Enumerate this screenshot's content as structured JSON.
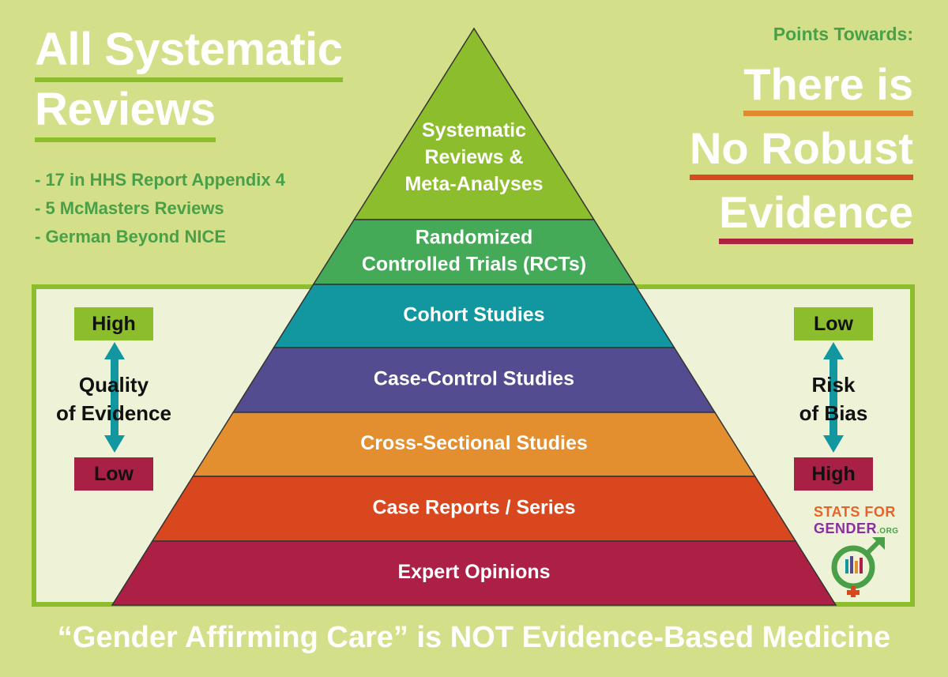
{
  "title": {
    "line1": "All Systematic",
    "line2": "Reviews"
  },
  "bullets": [
    "- 17 in HHS Report Appendix 4",
    "- 5 McMasters Reviews",
    "- German Beyond NICE"
  ],
  "points_towards": "Points Towards:",
  "conclusion": {
    "line1": "There is",
    "line2": "No Robust",
    "line3": "Evidence"
  },
  "pyramid": [
    {
      "lines": [
        "Systematic",
        "Reviews &",
        "Meta-Analyses"
      ],
      "color": "#8cbd2c"
    },
    {
      "lines": [
        "Randomized",
        "Controlled Trials (RCTs)"
      ],
      "color": "#44aa58"
    },
    {
      "lines": [
        "Cohort Studies"
      ],
      "color": "#1296a0"
    },
    {
      "lines": [
        "Case-Control Studies"
      ],
      "color": "#534c90"
    },
    {
      "lines": [
        "Cross-Sectional Studies"
      ],
      "color": "#e38f30"
    },
    {
      "lines": [
        "Case Reports / Series"
      ],
      "color": "#d8471d"
    },
    {
      "lines": [
        "Expert Opinions"
      ],
      "color": "#ac2045"
    }
  ],
  "quality_axis": {
    "top": "High",
    "bottom": "Low",
    "caption1": "Quality",
    "caption2": "of Evidence"
  },
  "bias_axis": {
    "top": "Low",
    "bottom": "High",
    "caption1": "Risk",
    "caption2": "of Bias"
  },
  "footer": "“Gender Affirming Care” is NOT Evidence-Based Medicine",
  "logo": {
    "line1": "STATS FOR",
    "line2": "GENDER",
    "suffix": ".ORG"
  },
  "colors": {
    "background": "#d4df8a",
    "accent_green": "#8cbd2c",
    "text_green": "#4aa048",
    "arrow_teal": "#1296a0"
  }
}
